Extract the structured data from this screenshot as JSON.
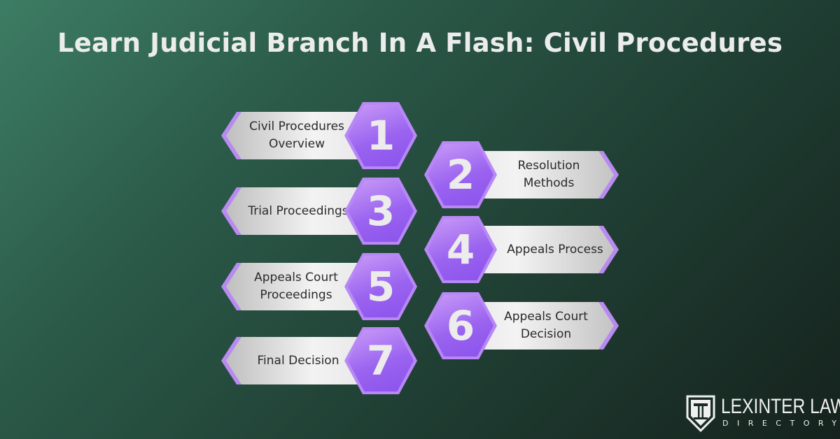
{
  "title": "Learn Judicial Branch In A Flash: Civil Procedures",
  "steps": [
    {
      "number": "1",
      "label": "Civil Procedures Overview"
    },
    {
      "number": "2",
      "label": "Resolution Methods"
    },
    {
      "number": "3",
      "label": "Trial Proceedings"
    },
    {
      "number": "4",
      "label": "Appeals Process"
    },
    {
      "number": "5",
      "label": "Appeals Court Proceedings"
    },
    {
      "number": "6",
      "label": "Appeals Court Decision"
    },
    {
      "number": "7",
      "label": "Final Decision"
    }
  ],
  "logo": {
    "name": "LEXINTER LAW",
    "subtitle": "DIRECTORY"
  },
  "colors": {
    "accent": "#9a63f0",
    "banner": "#eeeeee",
    "title": "#ececec"
  }
}
